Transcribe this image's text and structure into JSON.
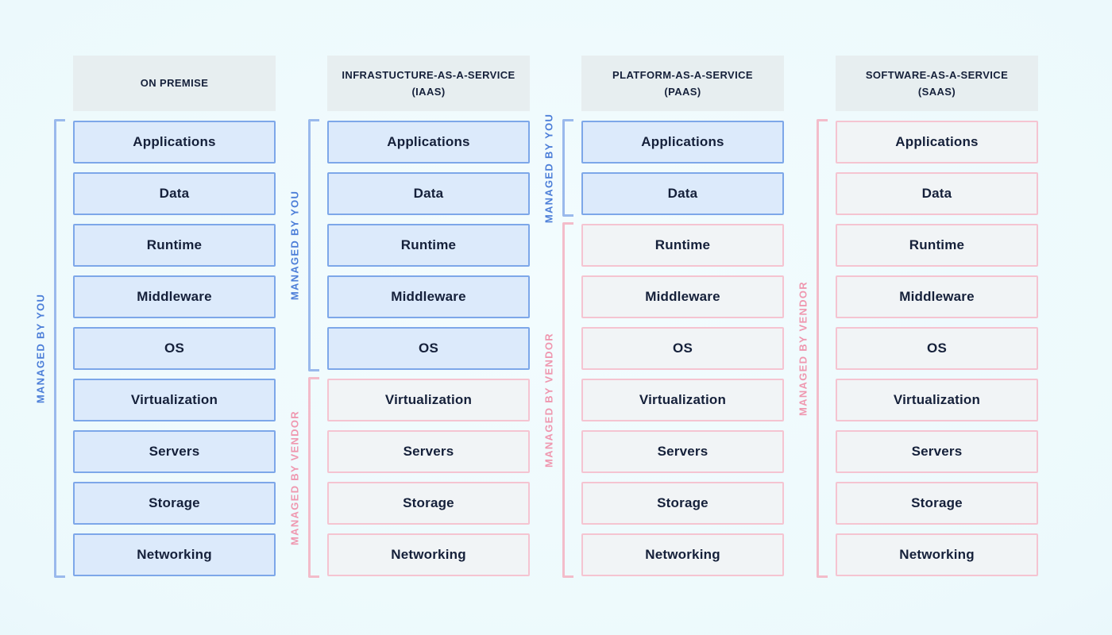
{
  "colors": {
    "page_background": "#ecf9fc",
    "header_background": "#e7eef0",
    "text": "#15203a",
    "managed_by_you_fill": "#dceafb",
    "managed_by_you_border": "#7da7e9",
    "managed_by_you_label": "#4c7ed8",
    "managed_by_vendor_fill": "#f1f4f6",
    "managed_by_vendor_border": "#f5c4d1",
    "managed_by_vendor_label": "#ef97af"
  },
  "layers": [
    "Applications",
    "Data",
    "Runtime",
    "Middleware",
    "OS",
    "Virtualization",
    "Servers",
    "Storage",
    "Networking"
  ],
  "columns": [
    {
      "id": "on-premise",
      "header_lines": [
        "ON PREMISE"
      ],
      "brackets": [
        {
          "type": "you",
          "label": "MANAGED BY YOU",
          "from": 0,
          "to": 8
        }
      ]
    },
    {
      "id": "iaas",
      "header_lines": [
        "INFRASTUCTURE-AS-A-SERVICE",
        "(IAAS)"
      ],
      "brackets": [
        {
          "type": "you",
          "label": "MANAGED BY YOU",
          "from": 0,
          "to": 4
        },
        {
          "type": "vendor",
          "label": "MANAGED BY VENDOR",
          "from": 5,
          "to": 8
        }
      ]
    },
    {
      "id": "paas",
      "header_lines": [
        "PLATFORM-AS-A-SERVICE",
        "(PAAS)"
      ],
      "brackets": [
        {
          "type": "you",
          "label": "MANAGED BY YOU",
          "from": 0,
          "to": 1
        },
        {
          "type": "vendor",
          "label": "MANAGED BY VENDOR",
          "from": 2,
          "to": 8
        }
      ]
    },
    {
      "id": "saas",
      "header_lines": [
        "SOFTWARE-AS-A-SERVICE",
        "(SAAS)"
      ],
      "brackets": [
        {
          "type": "vendor",
          "label": "MANAGED BY VENDOR",
          "from": 0,
          "to": 8
        }
      ]
    }
  ]
}
